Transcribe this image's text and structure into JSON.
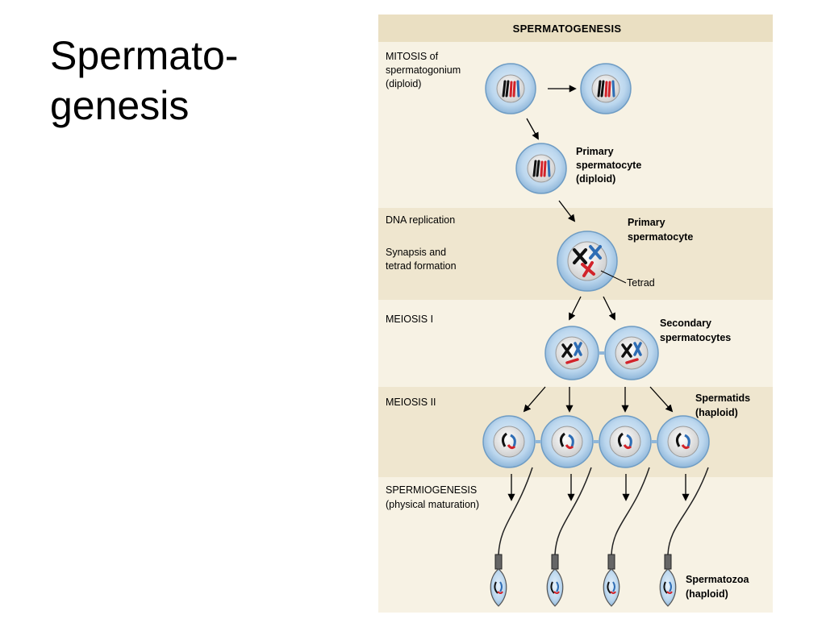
{
  "slide": {
    "title_line1": "Spermato-",
    "title_line2": "genesis"
  },
  "figure": {
    "header": "SPERMATOGENESIS",
    "mitosis": {
      "line1": "MITOSIS of",
      "line2": "spermatogonium",
      "line3": "(diploid)"
    },
    "primary_diploid": {
      "line1": "Primary",
      "line2": "spermatocyte",
      "line3": "(diploid)"
    },
    "dna_replication": "DNA replication",
    "synapsis": {
      "line1": "Synapsis and",
      "line2": "tetrad formation"
    },
    "primary": {
      "line1": "Primary",
      "line2": "spermatocyte"
    },
    "tetrad": "Tetrad",
    "meiosis1": "MEIOSIS I",
    "secondary": {
      "line1": "Secondary",
      "line2": "spermatocytes"
    },
    "meiosis2": "MEIOSIS II",
    "spermatids": {
      "line1": "Spermatids",
      "line2": "(haploid)"
    },
    "spermiogenesis": {
      "line1": "SPERMIOGENESIS",
      "line2": "(physical maturation)"
    },
    "spermatozoa": {
      "line1": "Spermatozoa",
      "line2": "(haploid)"
    }
  },
  "colors": {
    "panel_light": "#f7f2e4",
    "panel_dark": "#efe6cf",
    "cell_fill": "#bcd7ee",
    "cell_edge": "#6e9cc4",
    "nucleus": "#e8e8e8",
    "chromosome_red": "#d2232a",
    "chromosome_blue": "#2e6db5",
    "chromosome_black": "#111111"
  }
}
